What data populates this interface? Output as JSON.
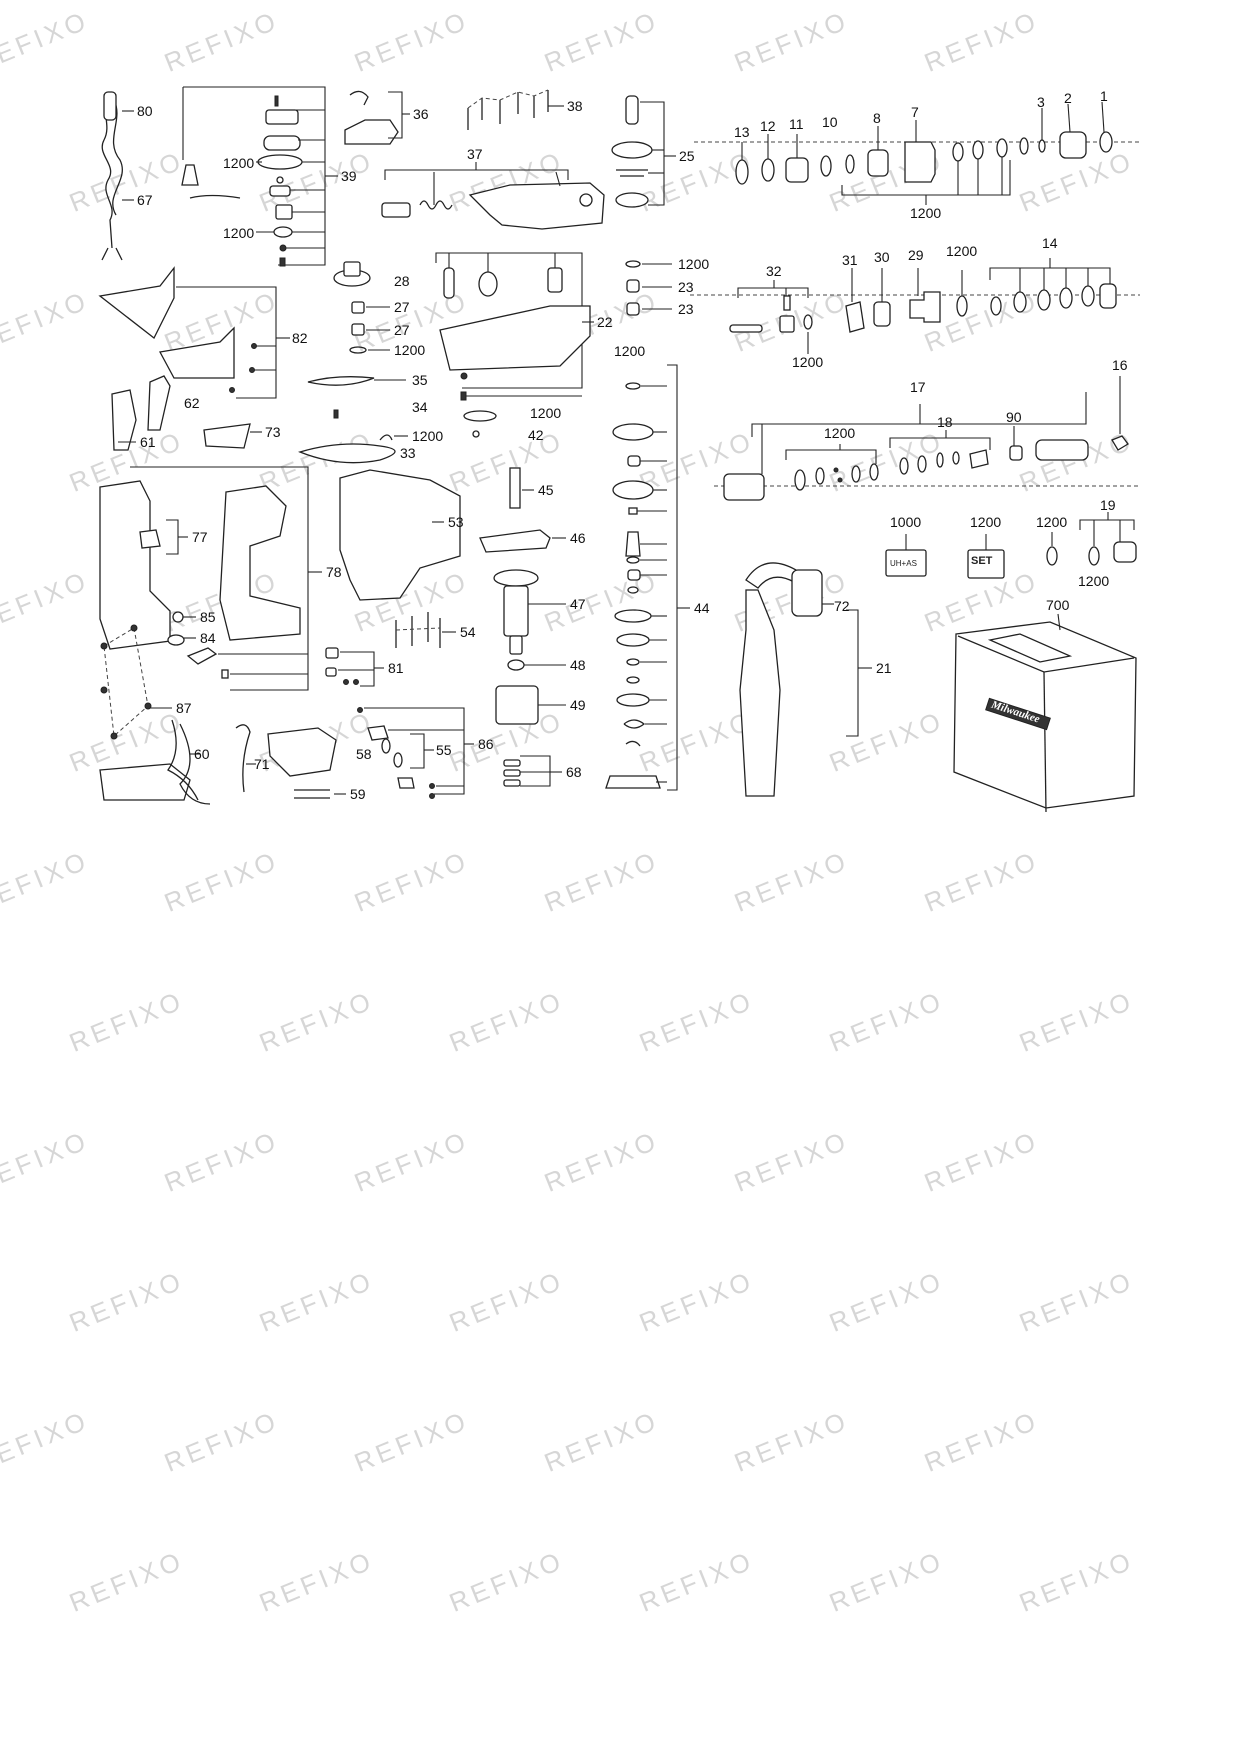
{
  "watermark": {
    "text": "REFIXO",
    "color": "#d6d6d6"
  },
  "product": {
    "case_brand": "Milwaukee"
  },
  "decals": {
    "decal_1000_text": "UH+AS",
    "decal_1200_text": "SET"
  },
  "callouts": {
    "c80": "80",
    "c67": "67",
    "c39": "39",
    "c1200_a": "1200",
    "c1200_b": "1200",
    "c36": "36",
    "c38": "38",
    "c37": "37",
    "c25": "25",
    "c13": "13",
    "c12": "12",
    "c11": "11",
    "c10": "10",
    "c8": "8",
    "c7": "7",
    "c3": "3",
    "c2": "2",
    "c1": "1",
    "c1200_c": "1200",
    "c28": "28",
    "c27_a": "27",
    "c27_b": "27",
    "c1200_d": "1200",
    "c22": "22",
    "c1200_e": "1200",
    "c23_a": "23",
    "c23_b": "23",
    "c32": "32",
    "c31": "31",
    "c30": "30",
    "c29": "29",
    "c1200_f": "1200",
    "c14": "14",
    "c1200_g": "1200",
    "c82": "82",
    "c62": "62",
    "c61": "61",
    "c73": "73",
    "c35": "35",
    "c34": "34",
    "c1200_h": "1200",
    "c33": "33",
    "c1200_i": "1200",
    "c42": "42",
    "c1200_j": "1200",
    "c16": "16",
    "c17": "17",
    "c1200_k": "1200",
    "c18": "18",
    "c90": "90",
    "c77": "77",
    "c78": "78",
    "c85": "85",
    "c84": "84",
    "c87": "87",
    "c53": "53",
    "c45": "45",
    "c46": "46",
    "c47": "47",
    "c54": "54",
    "c48": "48",
    "c49": "49",
    "c81": "81",
    "c44": "44",
    "c1000": "1000",
    "c1200_l": "1200",
    "c1200_m": "1200",
    "c19": "19",
    "c1200_n": "1200",
    "c72": "72",
    "c21": "21",
    "c700": "700",
    "c60": "60",
    "c71": "71",
    "c59": "59",
    "c58": "58",
    "c55": "55",
    "c86": "86",
    "c68": "68"
  }
}
